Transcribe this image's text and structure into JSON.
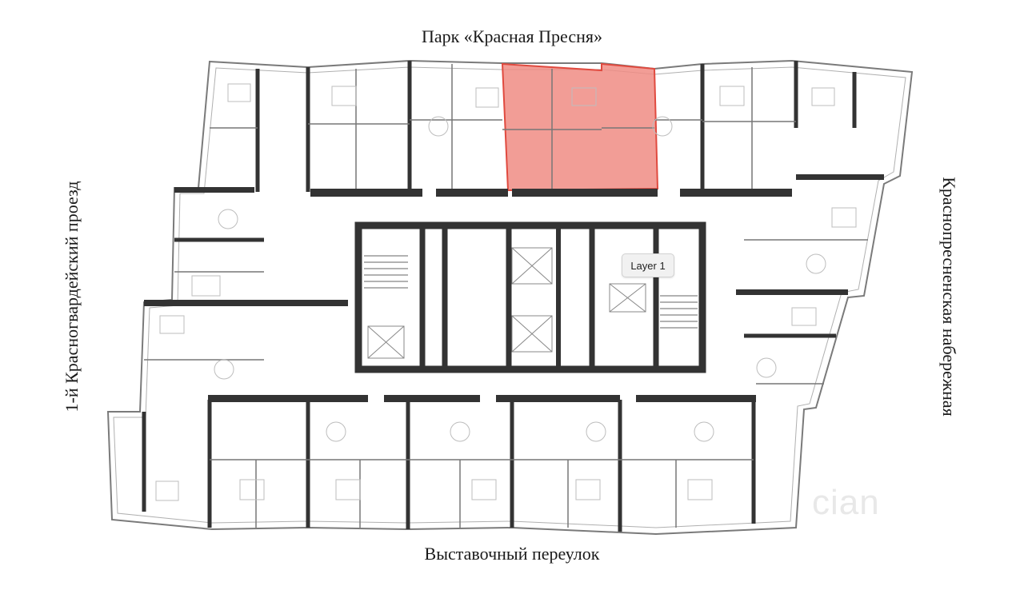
{
  "labels": {
    "top": "Парк «Красная Пресня»",
    "bottom": "Выставочный переулок",
    "left": "1-й Красногвардейский проезд",
    "right": "Краснопресненская набережная"
  },
  "tooltip": "Layer 1",
  "watermark": "cian",
  "colors": {
    "wall": "#333333",
    "thin_line": "#555555",
    "highlight_fill": "#f08c84",
    "highlight_stroke": "#e04a3f",
    "furniture": "#bdbdbd"
  }
}
